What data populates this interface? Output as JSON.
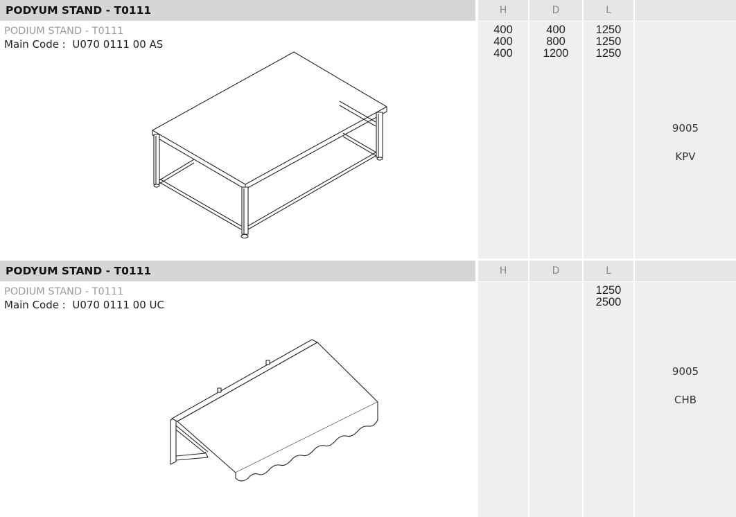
{
  "products": [
    {
      "title": "PODYUM STAND - T0111",
      "subtitle": "PODIUM STAND - T0111",
      "main_code_label": "Main Code :",
      "main_code": "U070 0111 00 AS",
      "col_headers": [
        "H",
        "D",
        "L"
      ],
      "rows": [
        {
          "h": "400",
          "d": "400",
          "l": "1250"
        },
        {
          "h": "400",
          "d": "800",
          "l": "1250"
        },
        {
          "h": "400",
          "d": "1200",
          "l": "1250"
        }
      ],
      "color_code": "9005",
      "variant": "KPV"
    },
    {
      "title": "PODYUM STAND - T0111",
      "subtitle": "PODIUM STAND - T0111",
      "main_code_label": "Main Code :",
      "main_code": "U070 0111 00 UC",
      "col_headers": [
        "H",
        "D",
        "L"
      ],
      "rows": [
        {
          "h": "",
          "d": "",
          "l": "1250"
        },
        {
          "h": "",
          "d": "",
          "l": "2500"
        }
      ],
      "color_code": "9005",
      "variant": "CHB"
    }
  ]
}
